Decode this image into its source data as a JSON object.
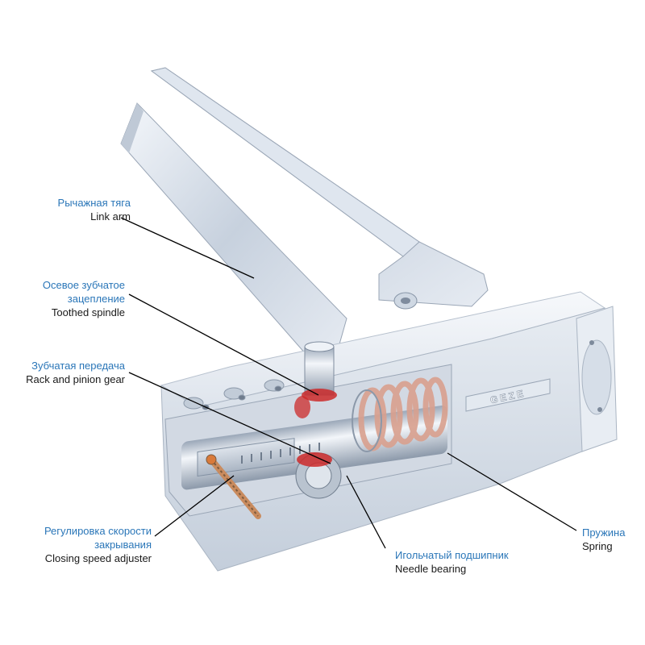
{
  "labels": {
    "link_arm": {
      "ru": "Рычажная тяга",
      "en": "Link arm"
    },
    "toothed_spindle": {
      "ru_line1": "Осевое зубчатое",
      "ru_line2": "зацепление",
      "en": "Toothed spindle"
    },
    "rack_pinion": {
      "ru": "Зубчатая передача",
      "en": "Rack and pinion gear"
    },
    "speed_adjuster": {
      "ru_line1": "Регулировка скорости",
      "ru_line2": "закрывания",
      "en": "Closing speed adjuster"
    },
    "needle_bearing": {
      "ru": "Игольчатый подшипник",
      "en": "Needle bearing"
    },
    "spring": {
      "ru": "Пружина",
      "en": "Spring"
    }
  },
  "body_mark": "GEZE",
  "colors": {
    "russian_label": "#2a76b8",
    "english_label": "#1a1a1a",
    "metal_light": "#eef2f7",
    "metal_mid": "#c9d3df",
    "metal_dark": "#8e9bab",
    "spring_color": "#d9a08e",
    "gear_red": "#cc2a2a"
  }
}
